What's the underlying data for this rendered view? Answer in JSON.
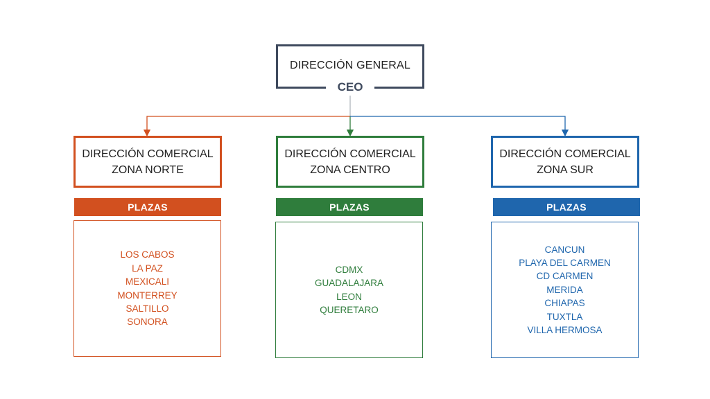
{
  "ceo": {
    "title": "DIRECCIÓN GENERAL",
    "label": "CEO",
    "color": "#3f4a5e"
  },
  "divisions": [
    {
      "title_line1": "DIRECCIÓN COMERCIAL",
      "title_line2": "ZONA NORTE",
      "color": "#d2501f",
      "section_label": "PLAZAS",
      "plazas": [
        "LOS CABOS",
        "LA PAZ",
        "MEXICALI",
        "MONTERREY",
        "SALTILLO",
        "SONORA"
      ]
    },
    {
      "title_line1": "DIRECCIÓN COMERCIAL",
      "title_line2": "ZONA CENTRO",
      "color": "#2f7d3c",
      "section_label": "PLAZAS",
      "plazas": [
        "CDMX",
        "GUADALAJARA",
        "LEON",
        "QUERETARO"
      ]
    },
    {
      "title_line1": "DIRECCIÓN COMERCIAL",
      "title_line2": "ZONA SUR",
      "color": "#1f66ad",
      "section_label": "PLAZAS",
      "plazas": [
        "CANCUN",
        "PLAYA DEL CARMEN",
        "CD CARMEN",
        "MERIDA",
        "CHIAPAS",
        "TUXTLA",
        "VILLA HERMOSA"
      ]
    }
  ]
}
